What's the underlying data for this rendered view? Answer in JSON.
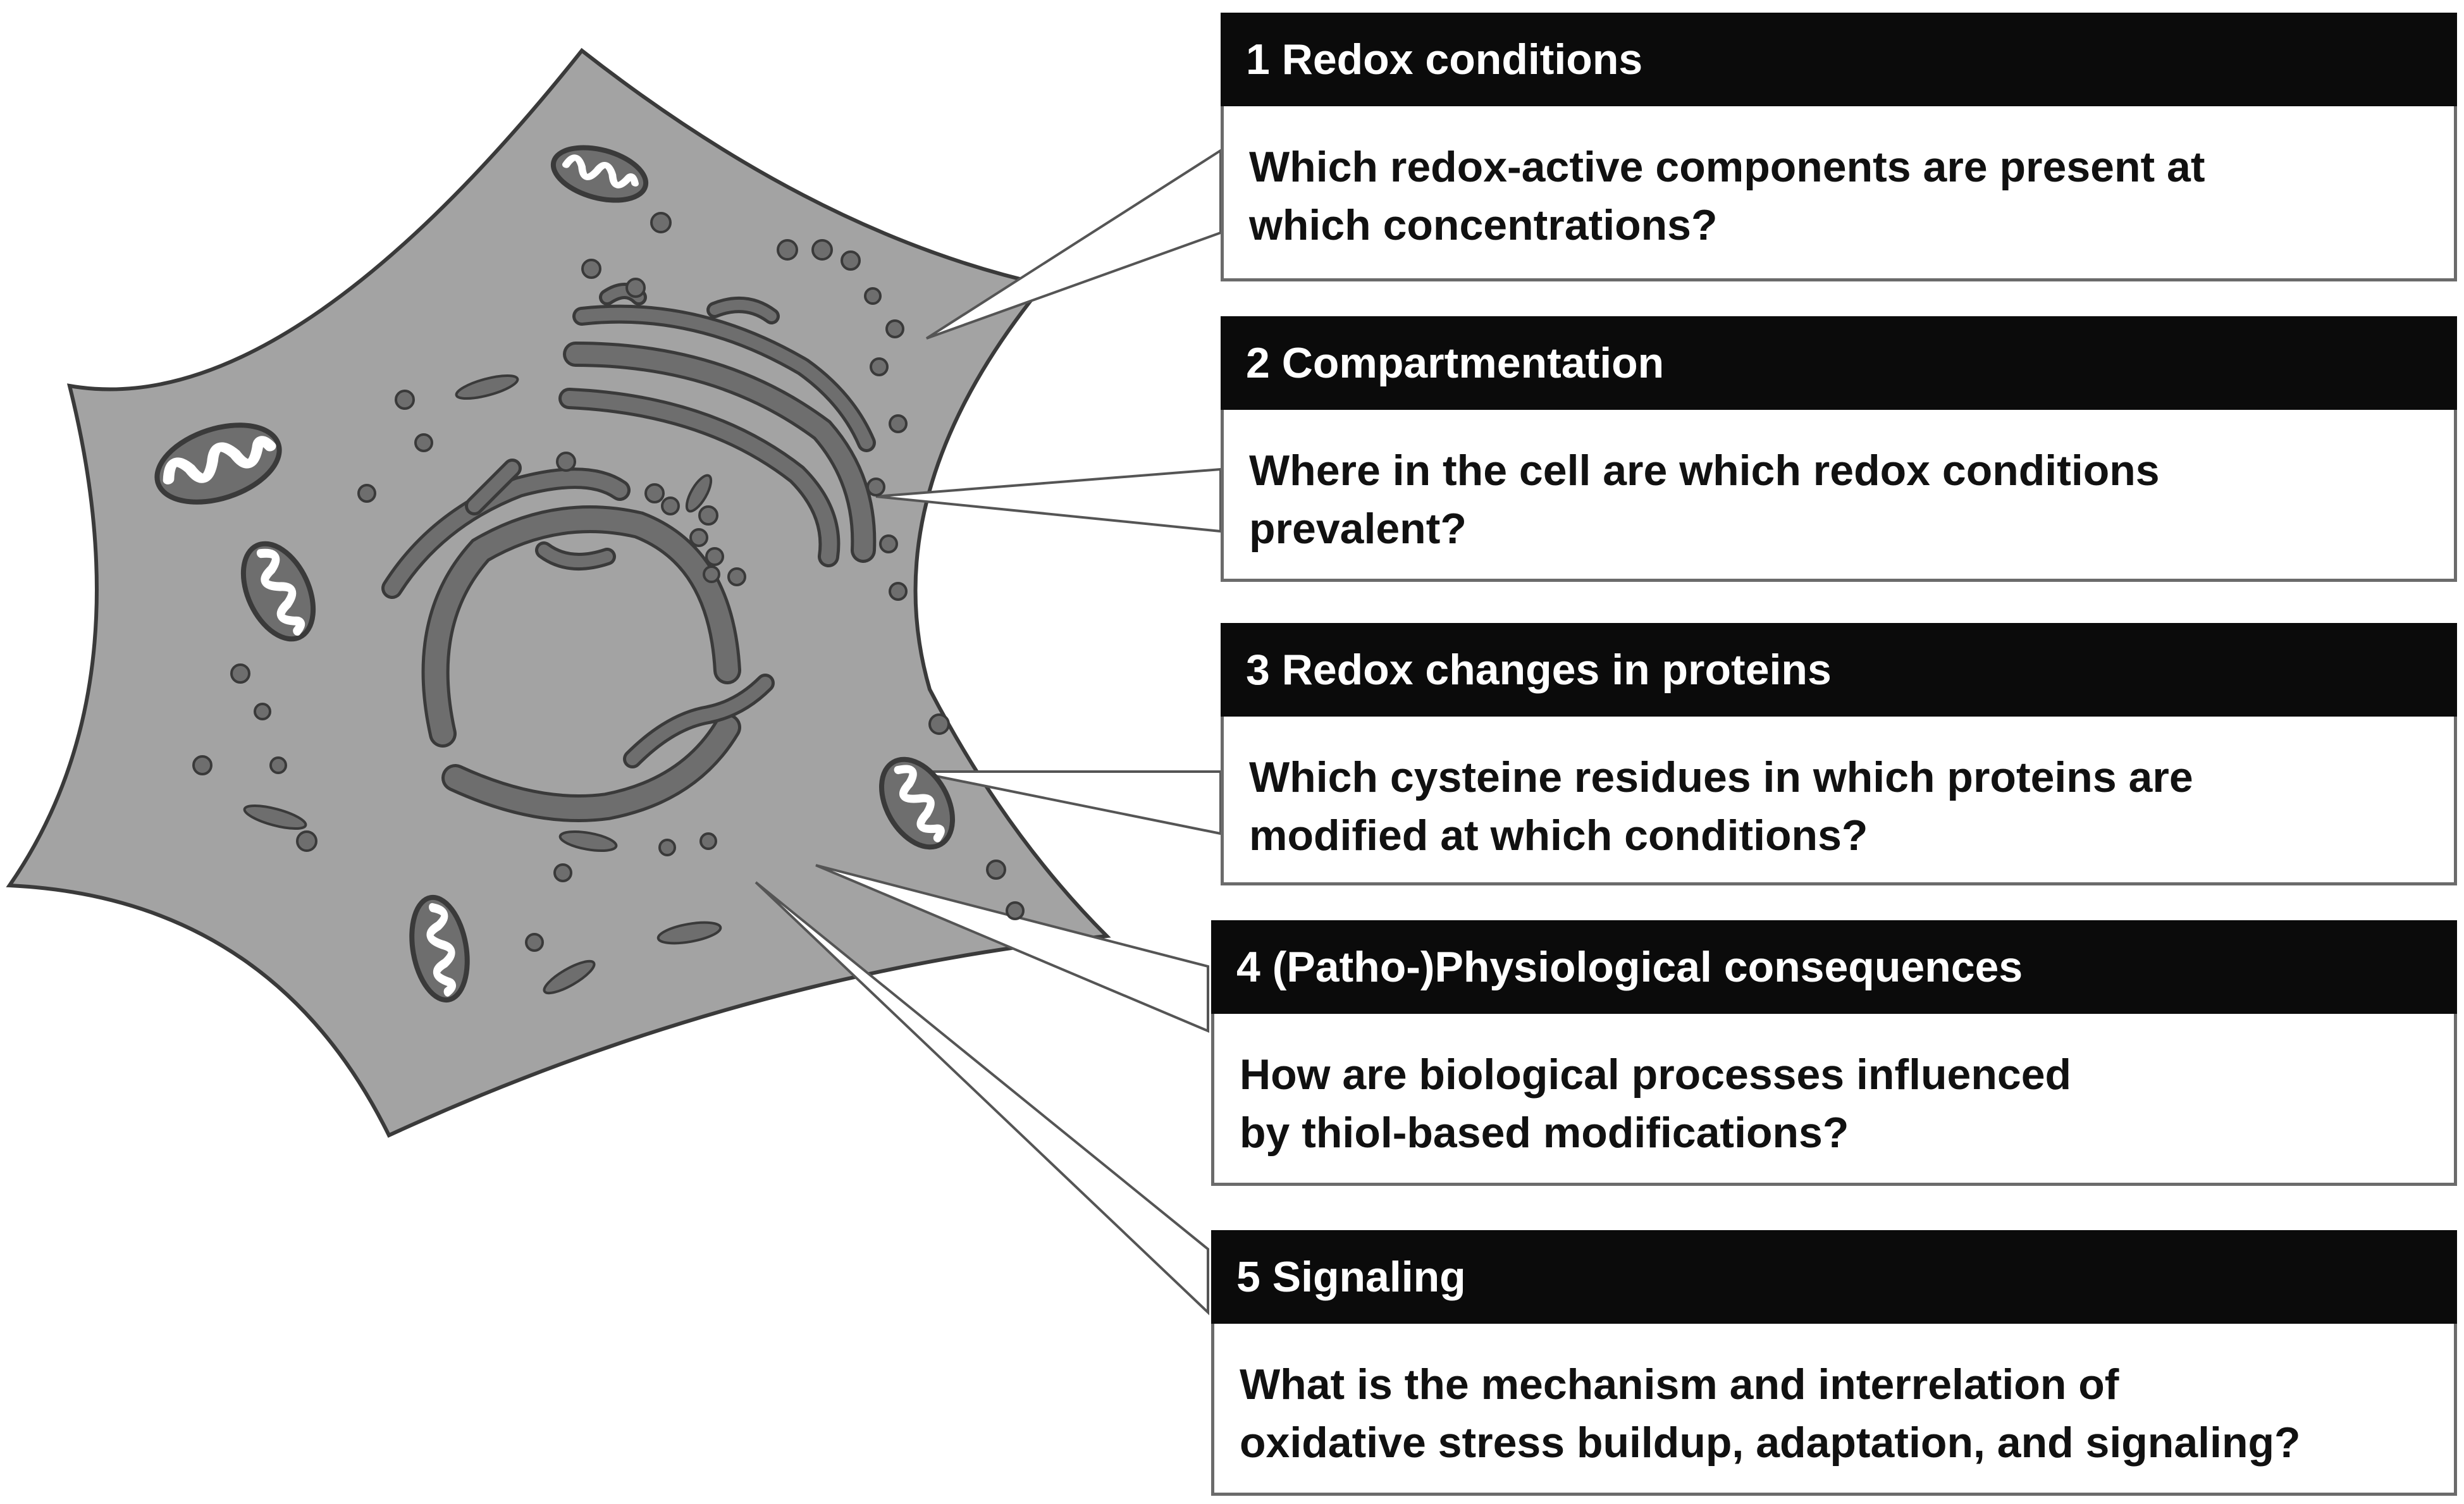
{
  "panels": [
    {
      "number": "1",
      "title": "1 Redox conditions",
      "question_lines": [
        "Which redox-active components are present at",
        "which concentrations?"
      ]
    },
    {
      "number": "2",
      "title": "2 Compartmentation",
      "question_lines": [
        "Where in the cell are which redox conditions",
        "prevalent?"
      ]
    },
    {
      "number": "3",
      "title": "3 Redox changes in proteins",
      "question_lines": [
        "Which cysteine residues in which proteins are",
        "modified at which conditions?"
      ]
    },
    {
      "number": "4",
      "title": "4 (Patho-)Physiological consequences",
      "question_lines": [
        "How are biological processes influenced",
        "by thiol-based modifications?"
      ]
    },
    {
      "number": "5",
      "title": "5 Signaling",
      "question_lines": [
        "What is the mechanism and interrelation of",
        "oxidative stress buildup, adaptation, and signaling?"
      ]
    }
  ],
  "illustration": {
    "subject": "cell",
    "organelles": [
      "nucleus",
      "endoplasmic-reticulum",
      "golgi-apparatus",
      "mitochondria",
      "vesicles"
    ]
  },
  "colors": {
    "cell_fill": "#a3a3a3",
    "organelle_fill": "#6e6e6e",
    "outline": "#3a3a3a",
    "header_fill": "#0b0b0b",
    "header_text": "#ffffff",
    "body_text": "#111111"
  }
}
